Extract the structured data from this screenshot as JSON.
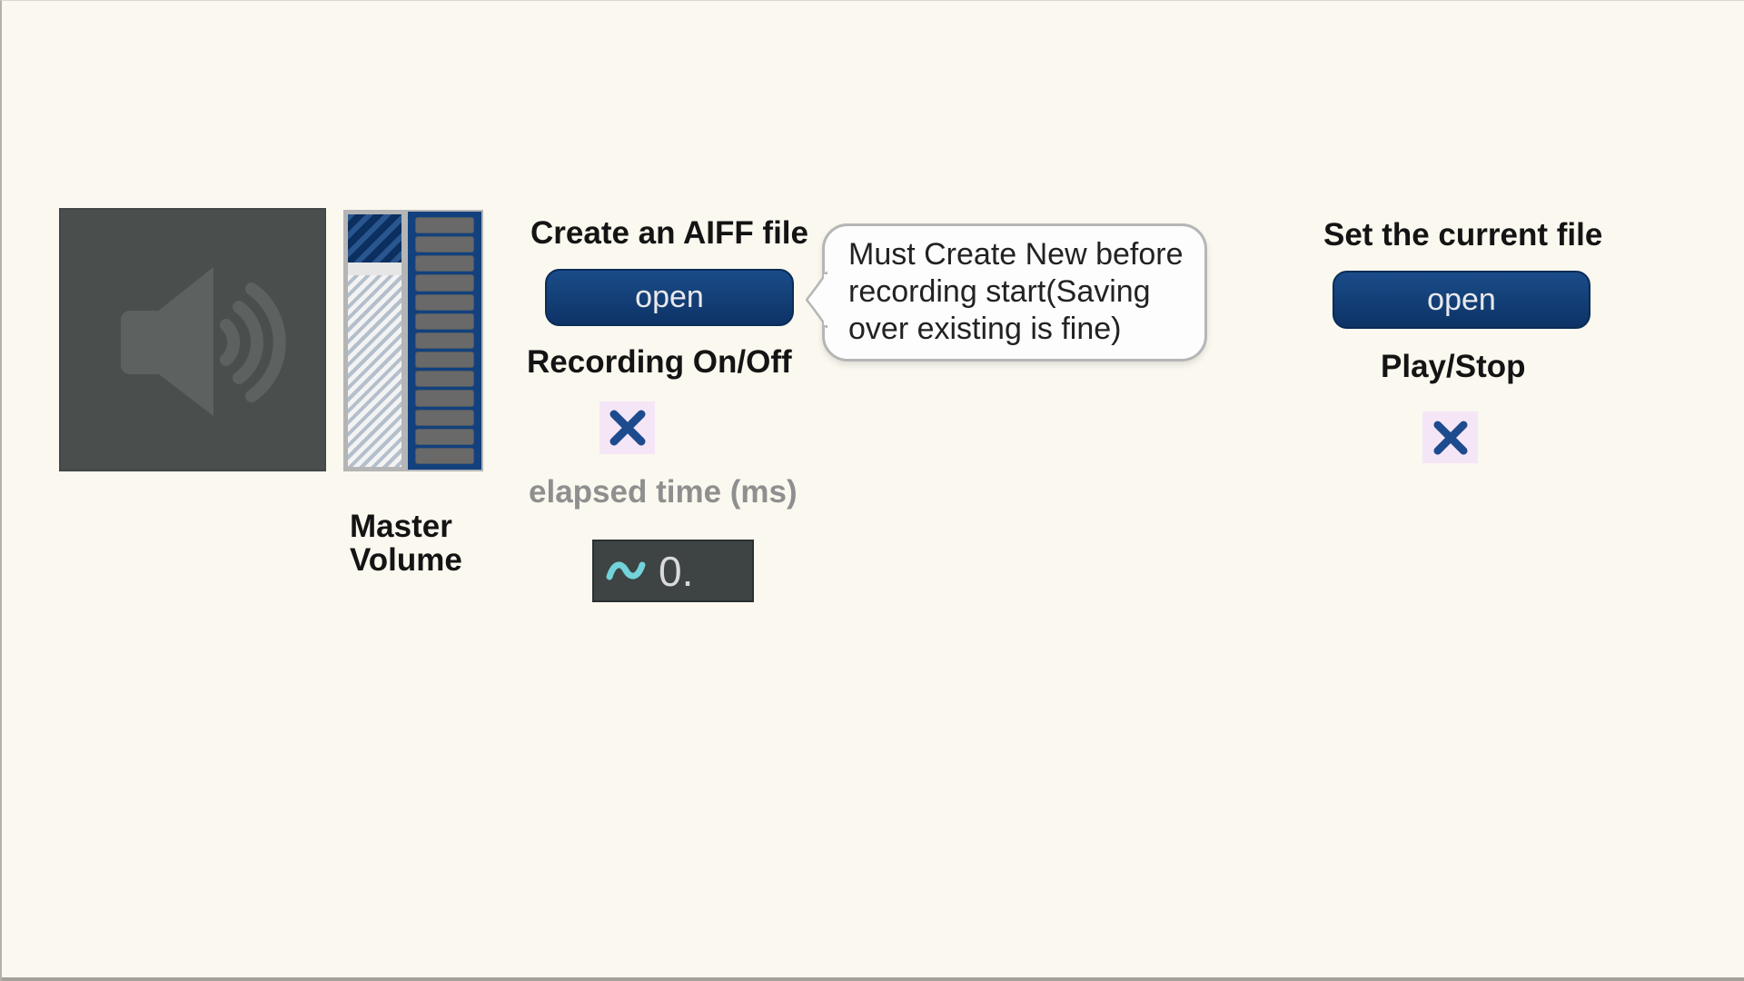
{
  "window": {
    "background": "#faf8ef"
  },
  "colors": {
    "navy": "#12417e",
    "button_navy_top": "#1a4c89",
    "button_navy_bottom": "#0d3366",
    "toggle_background": "#f5e6f7",
    "toggle_x": "#1d4b8e",
    "label_gray": "#8f8f8f",
    "numberbox_background": "#3e4343",
    "signal_cyan": "#72d3da",
    "meter_segment_gray": "#696969",
    "speaker_panel_gray": "#4a4e4d"
  },
  "icons": {
    "speaker": "speaker-icon",
    "toggle_checked": "x-icon",
    "signal": "sine-wave-icon"
  },
  "master_volume": {
    "label": "Master Volume",
    "meter_segments": 13
  },
  "create_file": {
    "title": "Create an AIFF file",
    "open_button_label": "open",
    "tooltip": "Must Create New before recording start(Saving over existing is fine)"
  },
  "recording": {
    "label": "Recording On/Off",
    "toggle_checked": true
  },
  "elapsed": {
    "label": "elapsed time (ms)",
    "value": "0.",
    "signal_glyph": "~"
  },
  "current_file": {
    "title": "Set the current file",
    "open_button_label": "open"
  },
  "play": {
    "label": "Play/Stop",
    "toggle_checked": true
  }
}
